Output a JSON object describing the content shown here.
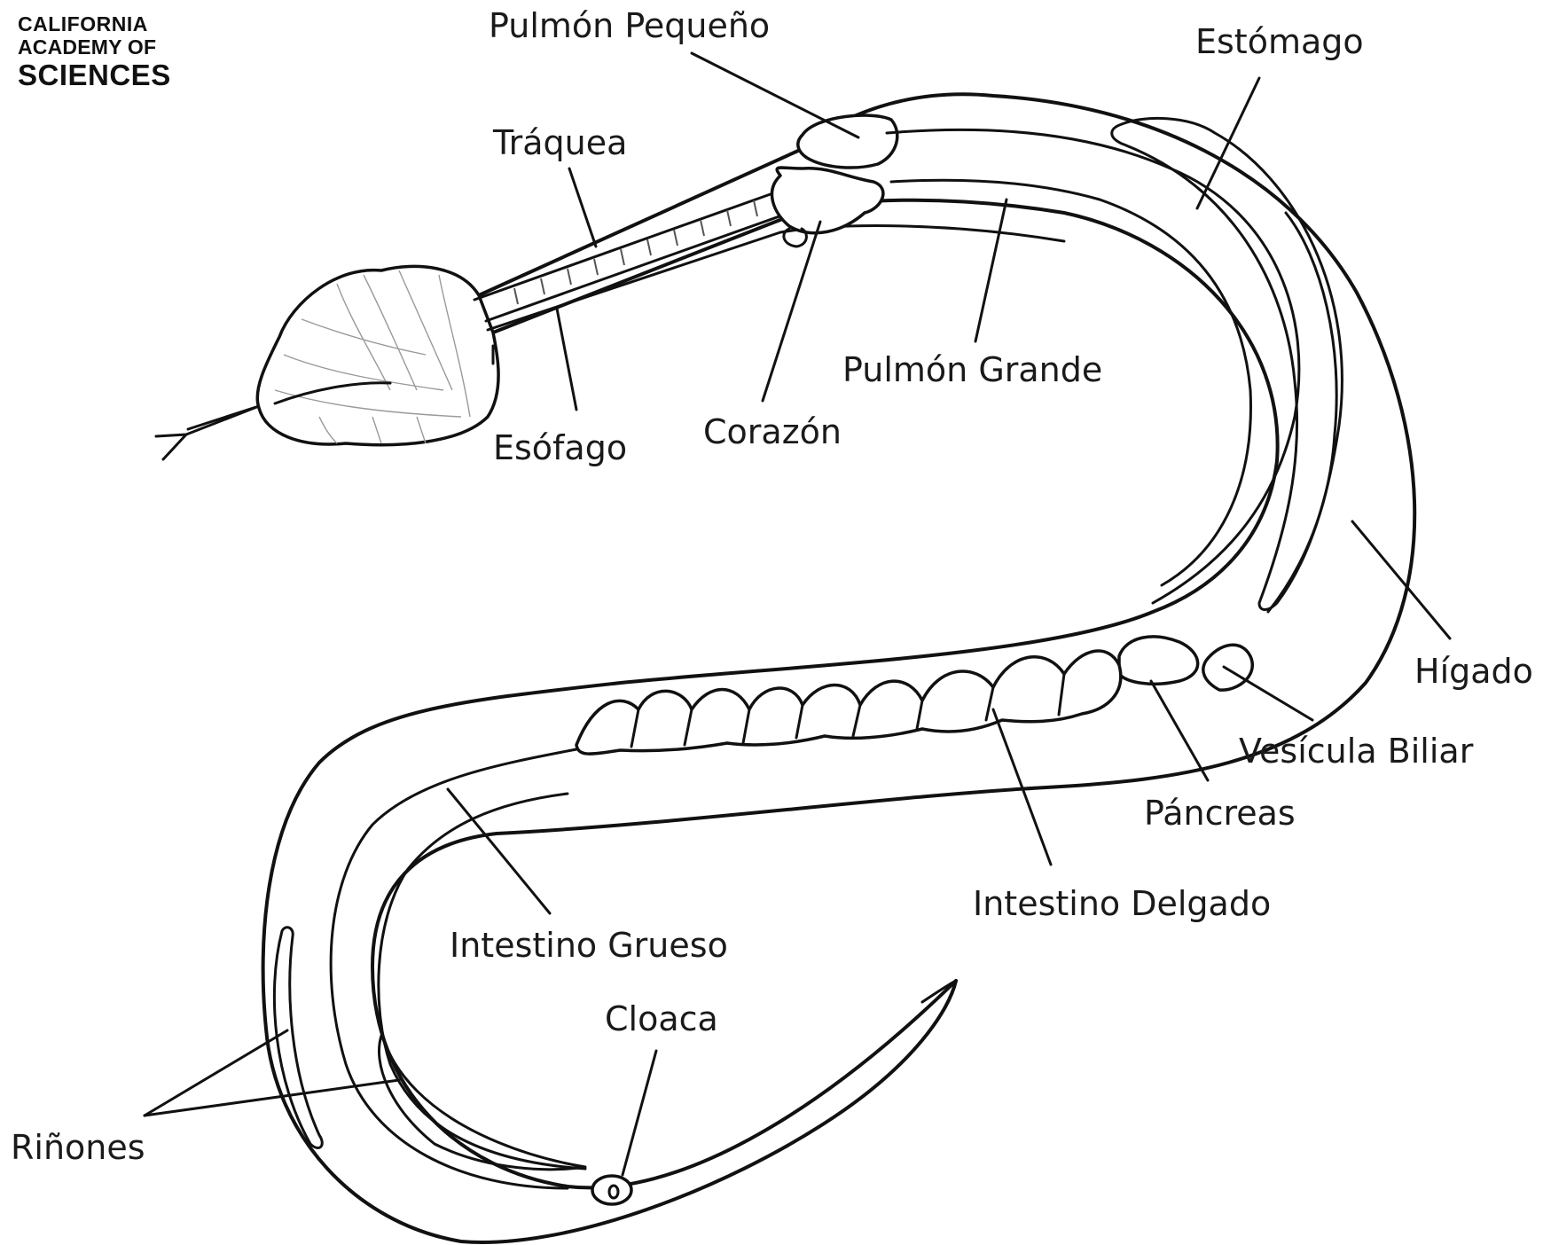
{
  "logo": {
    "line1": "CALIFORNIA",
    "line2": "ACADEMY OF",
    "line3": "SCIENCES"
  },
  "labels": {
    "pulmon_pequeno": "Pulmón Pequeño",
    "estomago": "Estómago",
    "traquea": "Tráquea",
    "pulmon_grande": "Pulmón Grande",
    "corazon": "Corazón",
    "esofago": "Esófago",
    "higado": "Hígado",
    "vesicula_biliar": "Vesícula Biliar",
    "pancreas": "Páncreas",
    "intestino_delgado": "Intestino Delgado",
    "intestino_grueso": "Intestino Grueso",
    "cloaca": "Cloaca",
    "rinones": "Riñones"
  }
}
